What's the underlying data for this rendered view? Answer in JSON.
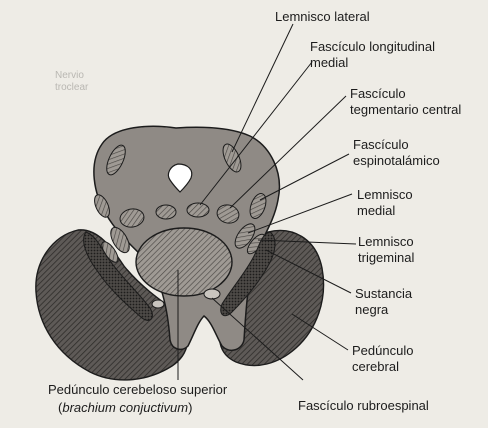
{
  "figure": {
    "labels": {
      "lemnisco_lateral": "Lemnisco lateral",
      "fasciculo_longitudinal_medial": [
        "Fascículo longitudinal",
        "medial"
      ],
      "fasciculo_tegmentario_central": [
        "Fascículo",
        "tegmentario central"
      ],
      "fasciculo_espinotalamico": [
        "Fascículo",
        "espinotalámico"
      ],
      "lemnisco_medial": [
        "Lemnisco",
        "medial"
      ],
      "lemnisco_trigeminal": [
        "Lemnisco",
        "trigeminal"
      ],
      "sustancia_negra": [
        "Sustancia",
        "negra"
      ],
      "pedunculo_cerebral": [
        "Pedúnculo",
        "cerebral"
      ],
      "pedunculo_cerebeloso_superior": "Pedúnculo cerebeloso superior",
      "brachium_conjuctivum": {
        "open": "(",
        "italic": "brachium conjuctivum",
        "close": ")"
      },
      "fasciculo_rubroespinal": "Fascículo rubroespinal"
    },
    "background_text": [
      "Nervio",
      "troclear"
    ],
    "colors": {
      "paper": "#eeece6",
      "ink": "#1c1c1c",
      "tegmentum_fill": "#8f8a85",
      "peduncle_fill": "#5e5a57",
      "tract_fill": "#9f9a94"
    }
  }
}
